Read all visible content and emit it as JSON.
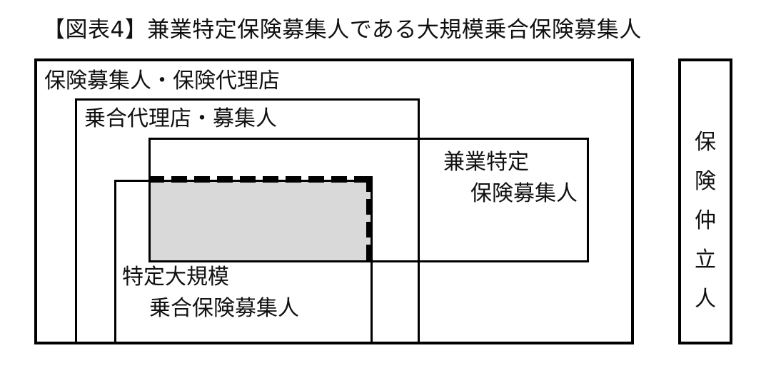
{
  "figure": {
    "title": "【図表4】兼業特定保険募集人である大規模乗合保険募集人",
    "background_color": "#ffffff",
    "line_color": "#000000",
    "highlight_fill_color": "#d9d9d9"
  },
  "boxes": {
    "outer": {
      "label": "保険募集人・保険代理店",
      "border_style": "solid"
    },
    "multi_agency": {
      "label": "乗合代理店・募集人",
      "border_style": "solid"
    },
    "side_business": {
      "label_line1": "兼業特定",
      "label_line2": "保険募集人",
      "border_style": "solid"
    },
    "large_scale": {
      "label_line1": "特定大規模",
      "label_line2": "乗合保険募集人",
      "border_style": "solid"
    },
    "broker": {
      "label_chars": [
        "保",
        "険",
        "仲",
        "立",
        "人"
      ],
      "orientation": "vertical",
      "border_style": "solid"
    },
    "intersection": {
      "label": "",
      "border_style": "dashed",
      "fill": "#d9d9d9"
    }
  }
}
